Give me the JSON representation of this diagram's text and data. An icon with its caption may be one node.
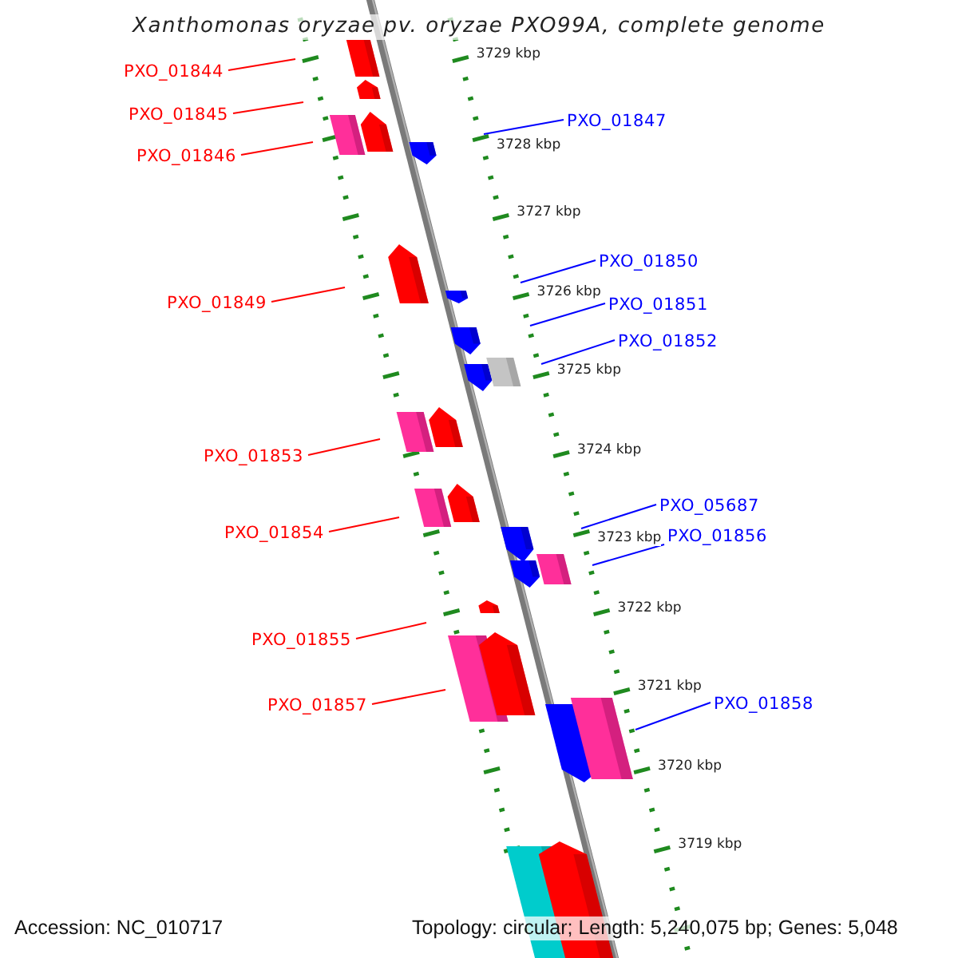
{
  "diagram": {
    "title": "Xanthomonas oryzae pv. oryzae PXO99A, complete genome",
    "nodes": [
      {
        "text": [
          "PXO_01844"
        ]
      },
      {
        "text": [
          "PXO_01845"
        ]
      },
      {
        "text": [
          "PXO_01847"
        ]
      },
      {
        "text": [
          "PXO_01846"
        ]
      },
      {
        "text": [
          "PXO_01850"
        ]
      },
      {
        "text": [
          "PXO_01849"
        ]
      },
      {
        "text": [
          "PXO_01851"
        ]
      },
      {
        "text": [
          "PXO_01852"
        ]
      },
      {
        "text": [
          "PXO_01853"
        ]
      },
      {
        "text": [
          "PXO_05687"
        ]
      },
      {
        "text": [
          "PXO_01854"
        ]
      },
      {
        "text": [
          "PXO_01856"
        ]
      },
      {
        "text": [
          "PXO_01855"
        ]
      },
      {
        "text": [
          "PXO_01857"
        ]
      },
      {
        "text": [
          "PXO_01858"
        ]
      }
    ],
    "edges": [
      {
        "from": 0,
        "to": null,
        "arrow": "none"
      },
      {
        "from": 1,
        "to": null,
        "arrow": "none"
      },
      {
        "from": 2,
        "to": null,
        "arrow": "none",
        "color": "#0000ff"
      },
      {
        "from": 3,
        "to": null,
        "arrow": "none"
      },
      {
        "from": 4,
        "to": null,
        "arrow": "none",
        "color": "#0000ff"
      },
      {
        "from": 5,
        "to": null,
        "arrow": "none"
      },
      {
        "from": 6,
        "to": null,
        "arrow": "none",
        "color": "#0000ff"
      },
      {
        "from": 7,
        "to": null,
        "arrow": "none",
        "color": "#0000ff"
      },
      {
        "from": 8,
        "to": null,
        "arrow": "none"
      },
      {
        "from": 9,
        "to": null,
        "arrow": "none",
        "color": "#0000ff"
      },
      {
        "from": 10,
        "to": null,
        "arrow": "none"
      },
      {
        "from": 11,
        "to": null,
        "arrow": "none",
        "color": "#0000ff"
      },
      {
        "from": 12,
        "to": null,
        "arrow": "none"
      },
      {
        "from": 13,
        "to": null,
        "arrow": "none"
      },
      {
        "from": 14,
        "to": null,
        "arrow": "none",
        "color": "#0000ff"
      }
    ],
    "labels": [
      "3729 kbp",
      "3728 kbp",
      "3727 kbp",
      "3726 kbp",
      "3725 kbp",
      "3724 kbp",
      "3723 kbp",
      "3722 kbp",
      "3721 kbp",
      "3720 kbp",
      "3719 kbp",
      "Accession: NC_010717",
      "Topology: circular; Length: 5,240,075 bp; Genes: 5,048"
    ]
  }
}
